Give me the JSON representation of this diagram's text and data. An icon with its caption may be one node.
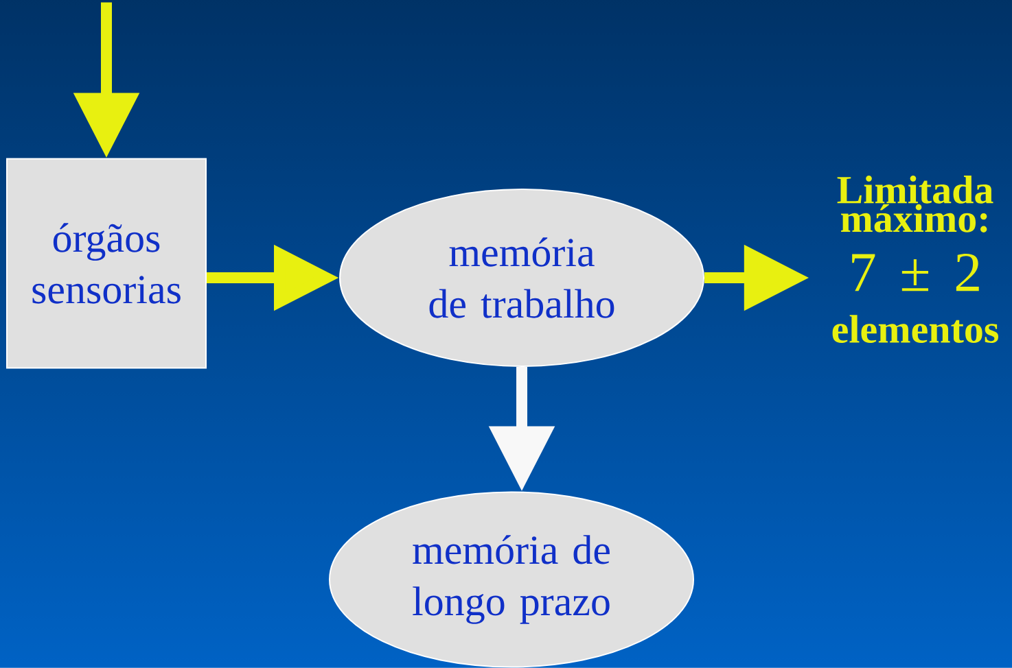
{
  "diagram": {
    "nodes": [
      {
        "text": [
          "órgãos sensorias"
        ]
      },
      {
        "text": [
          "memória de trabalho"
        ]
      },
      {
        "text": [
          "memória de longo prazo"
        ]
      },
      {
        "text": [
          "Limitada máximo:",
          "7 ± 2",
          "elementos"
        ]
      }
    ],
    "edges": [
      {
        "from": null,
        "to": 0,
        "arrow": "to"
      },
      {
        "from": 0,
        "to": 1,
        "arrow": "to"
      },
      {
        "from": 1,
        "to": 3,
        "arrow": "to"
      },
      {
        "from": 1,
        "to": 2,
        "arrow": "to",
        "color": "#f8f8f8"
      }
    ]
  }
}
